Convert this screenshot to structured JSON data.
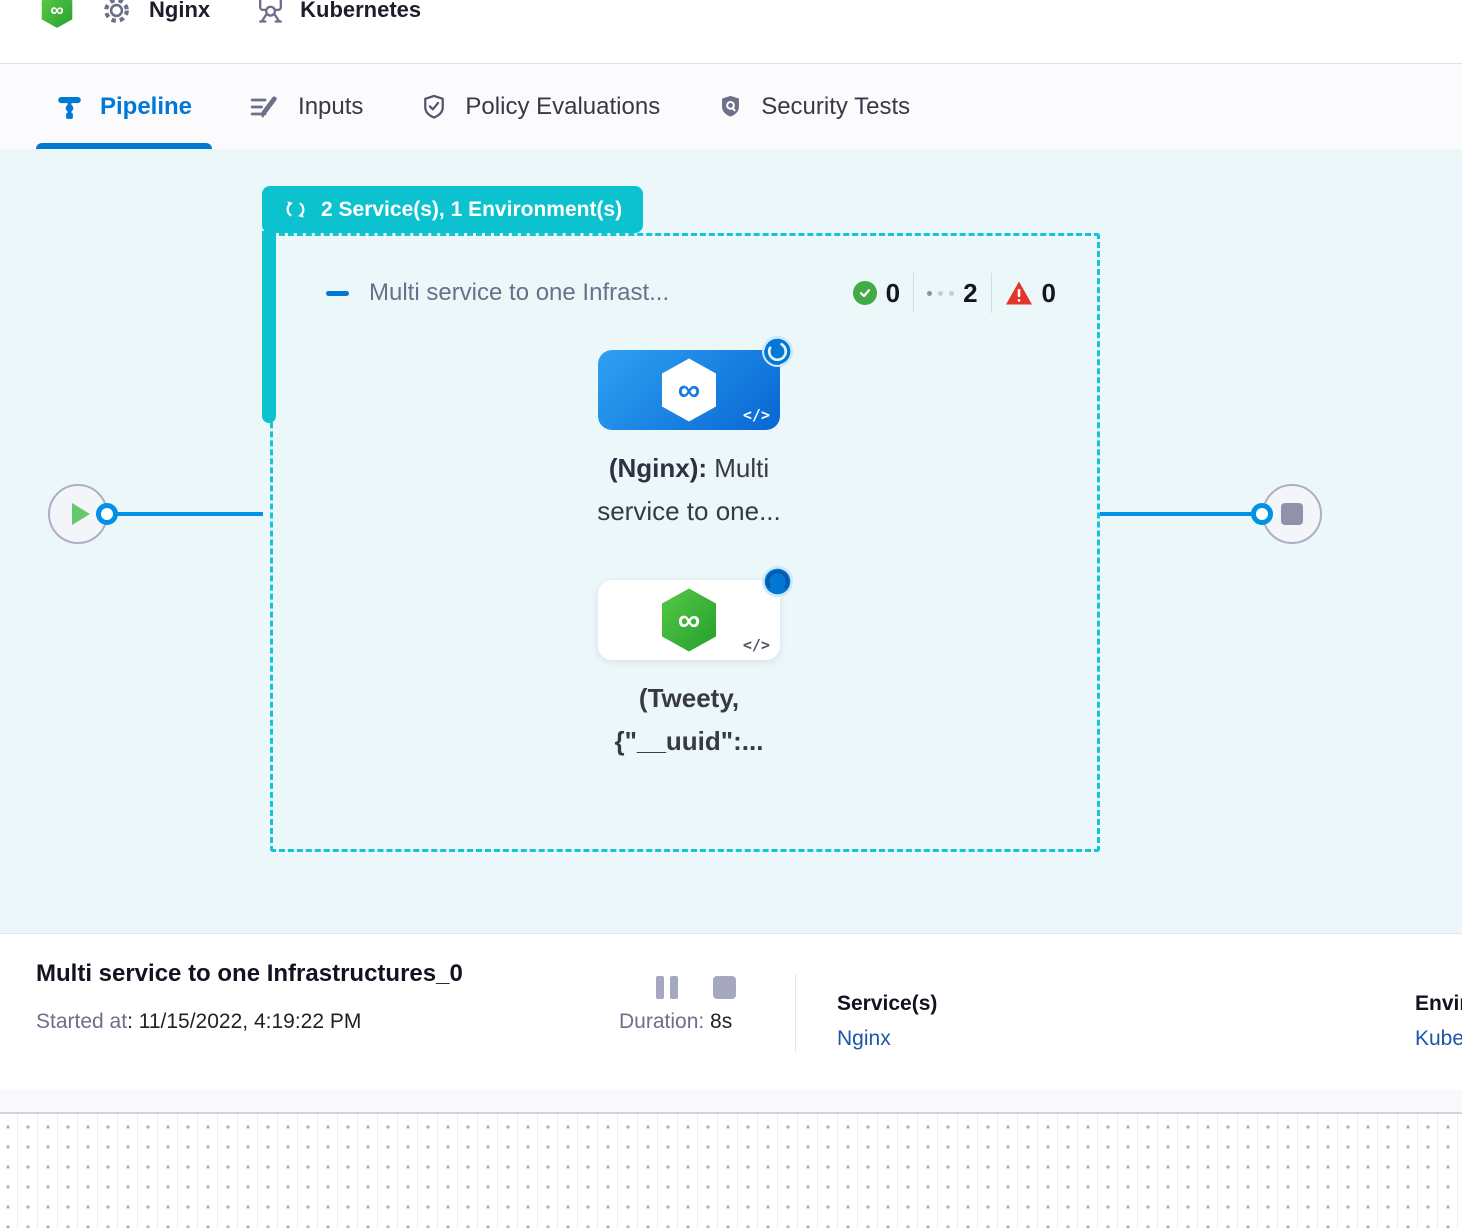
{
  "breadcrumb": {
    "service_label": "Nginx",
    "environment_label": "Kubernetes"
  },
  "tabs": [
    {
      "label": "Pipeline",
      "active": true
    },
    {
      "label": "Inputs",
      "active": false
    },
    {
      "label": "Policy Evaluations",
      "active": false
    },
    {
      "label": "Security Tests",
      "active": false
    }
  ],
  "canvas": {
    "stage_badge": "2 Service(s), 1 Environment(s)",
    "stage": {
      "title": "Multi service to one Infrast...",
      "success_count": "0",
      "running_count": "2",
      "failed_count": "0"
    },
    "nodes": [
      {
        "label_bold": "(Nginx):",
        "label_rest": " Multi",
        "label_line2": "service to one...",
        "code_icon": "</>"
      },
      {
        "label_line1": "(Tweety,",
        "label_line2": "{\"__uuid\":...",
        "code_icon": "</>"
      }
    ]
  },
  "footer": {
    "title": "Multi service to one Infrastructures_0",
    "started_label": "Started at",
    "started_value": ": 11/15/2022, 4:19:22 PM",
    "duration_label": "Duration:",
    "duration_value": " 8s",
    "services_label": "Service(s)",
    "services_value": "Nginx",
    "environments_label": "Environment(s)",
    "environments_value": "Kubernetes"
  },
  "colors": {
    "accent_blue": "#0278d5",
    "edge_blue": "#0092e4",
    "stage_teal": "#0cc2cf",
    "success_green": "#42ab45",
    "error_red": "#e3362a",
    "canvas_bg": "#ecf7fa",
    "link_blue": "#1c56a8"
  }
}
